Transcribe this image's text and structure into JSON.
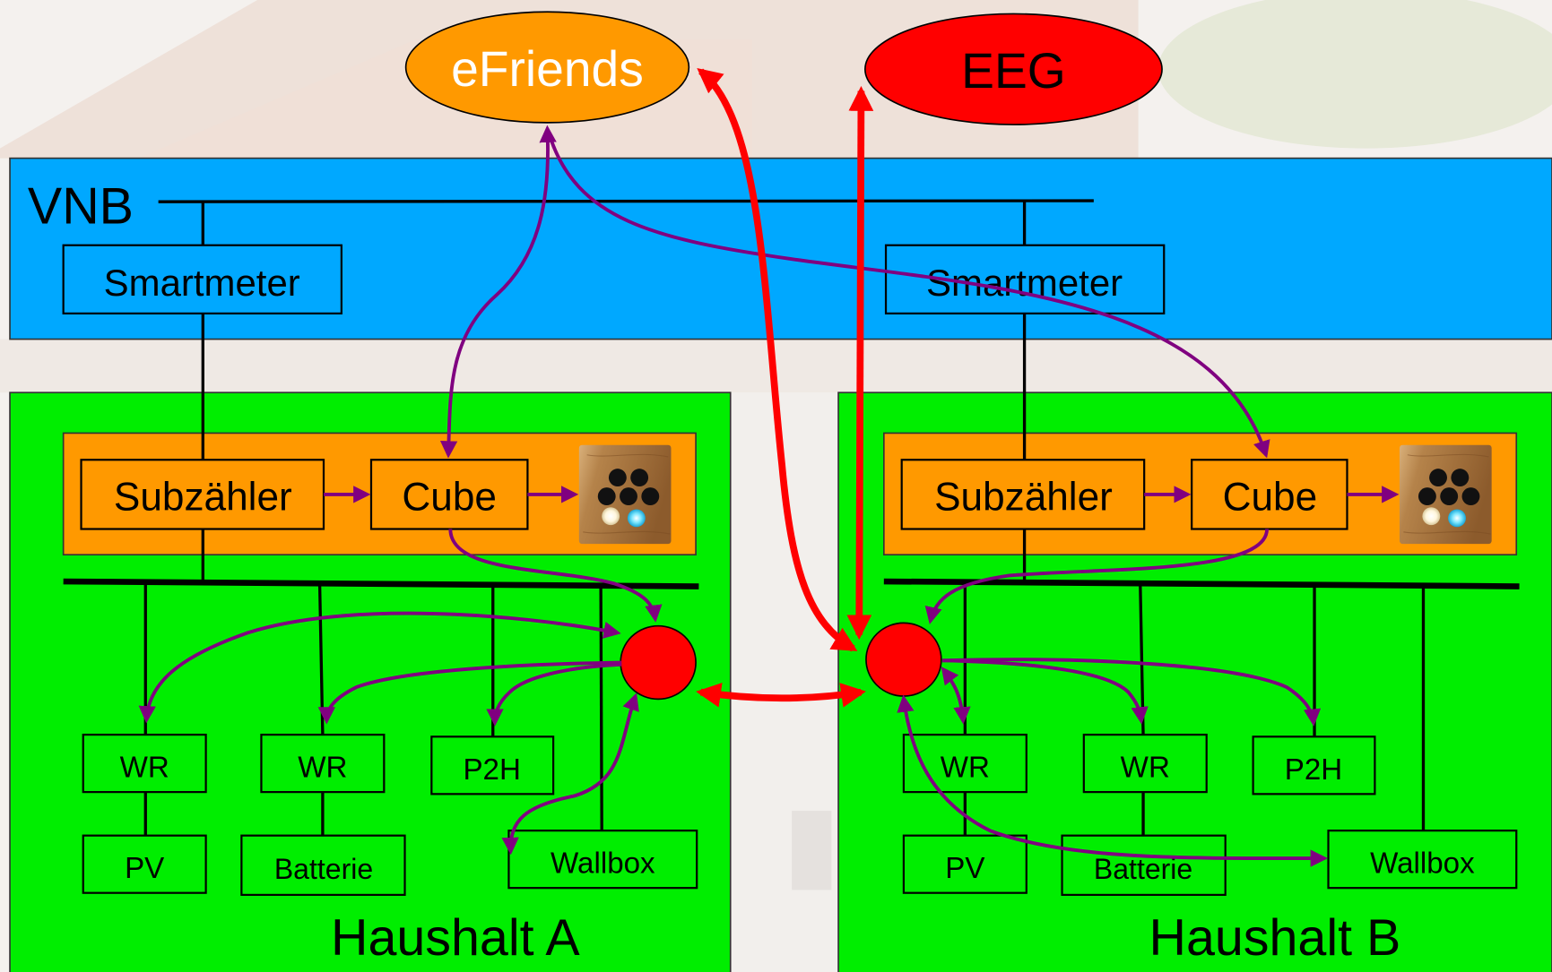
{
  "external": {
    "efriends": "eFriends",
    "eeg": "EEG"
  },
  "grid_operator": {
    "label": "VNB",
    "smartmeters": [
      "Smartmeter",
      "Smartmeter"
    ]
  },
  "households": [
    {
      "name": "Haushalt A",
      "submeter": "Subzähler",
      "cube": "Cube",
      "devices": {
        "inverter_pv": "WR",
        "inverter_battery": "WR",
        "p2h": "P2H",
        "pv": "PV",
        "battery": "Batterie",
        "wallbox": "Wallbox"
      }
    },
    {
      "name": "Haushalt B",
      "submeter": "Subzähler",
      "cube": "Cube",
      "devices": {
        "inverter_pv": "WR",
        "inverter_battery": "WR",
        "p2h": "P2H",
        "pv": "PV",
        "battery": "Batterie",
        "wallbox": "Wallbox"
      }
    }
  ],
  "colors": {
    "efriends": "#ff9900",
    "eeg": "#ff0000",
    "grid_operator_band": "#00a8ff",
    "household_area": "#00ee00",
    "cube_area": "#ff9900",
    "data_flow_arrows": "#800080",
    "energy_flow_arrows": "#ff0000",
    "controller_node": "#ff0000"
  },
  "icons": {
    "cube_device": "efriends-cube-icon"
  }
}
